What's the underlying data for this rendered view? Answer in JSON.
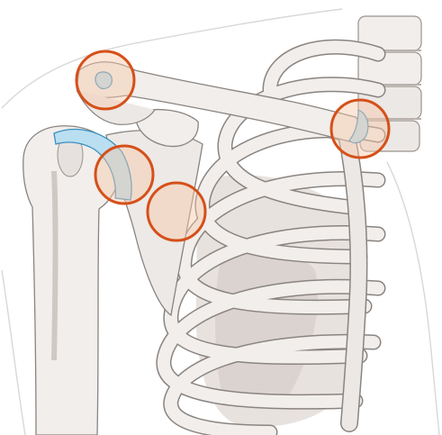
{
  "illustration": {
    "subject": "shoulder-joint-anatomy",
    "colors": {
      "background": "#ffffff",
      "skin_outline": "#d8d8d8",
      "bone_fill": "#f1eeec",
      "bone_shadow": "#dcd6d2",
      "bone_stroke": "#8a8480",
      "cavity_fill": "#d7cfcb",
      "cartilage_fill": "#b9dff0",
      "cartilage_stroke": "#3d8fbf",
      "highlight_fill": "#f6c8a8",
      "highlight_stroke": "#d5501a"
    },
    "highlights": [
      {
        "joint": "acromioclavicular-joint"
      },
      {
        "joint": "sternoclavicular-joint"
      },
      {
        "joint": "glenohumeral-joint"
      },
      {
        "joint": "scapulothoracic-joint"
      }
    ]
  }
}
